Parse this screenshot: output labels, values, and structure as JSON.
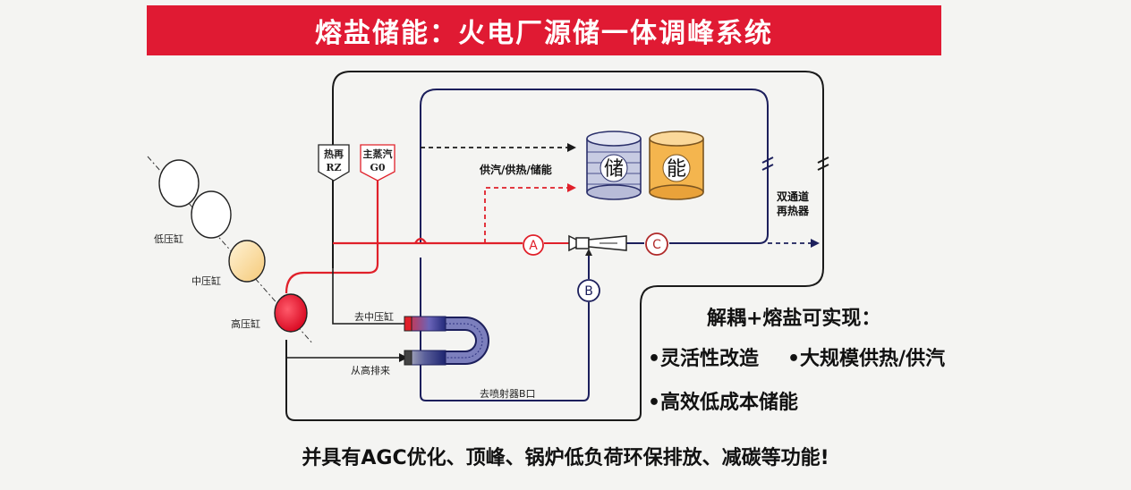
{
  "title": "熔盐储能：火电厂源储一体调峰系统",
  "cylinders": {
    "low": "低压缸",
    "mid": "中压缸",
    "high": "高压缸"
  },
  "tags": {
    "rz_top": "热再",
    "rz_bottom": "RZ",
    "g0_top": "主蒸汽",
    "g0_bottom": "G0"
  },
  "labels": {
    "supply": "供汽/供热/储能",
    "reheater_1": "双通道",
    "reheater_2": "再热器",
    "to_mid": "去中压缸",
    "from_high": "从高排来",
    "to_spray": "去喷射器B口"
  },
  "nodes": {
    "a": "A",
    "b": "B",
    "c": "C"
  },
  "tanks": {
    "left": "储",
    "right": "能"
  },
  "side": {
    "title": "解耦+熔盐可实现：",
    "items": [
      "•灵活性改造",
      "•大规模供热/供汽",
      "•高效低成本储能"
    ]
  },
  "footer": "并具有AGC优化、顶峰、锅炉低负荷环保排放、减碳等功能!",
  "colors": {
    "banner": "#e01a33",
    "red_line": "#e0202a",
    "navy_line": "#1c1f5c",
    "tank_left": "#c7cbe2",
    "tank_right": "#f4b54e",
    "mid_cylinder": "#fbdca4",
    "high_cylinder": "#e4001b"
  }
}
